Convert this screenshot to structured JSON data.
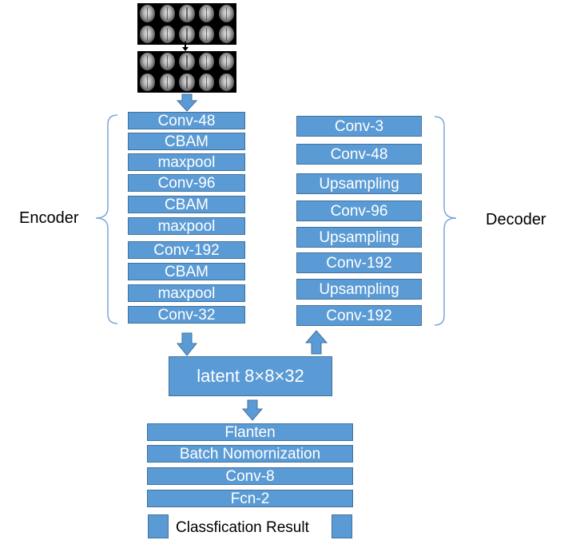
{
  "encoder": {
    "label": "Encoder",
    "layers": [
      "Conv-48",
      "CBAM",
      "maxpool",
      "Conv-96",
      "CBAM",
      "maxpool",
      "Conv-192",
      "CBAM",
      "maxpool",
      "Conv-32"
    ]
  },
  "decoder": {
    "label": "Decoder",
    "layers": [
      "Conv-3",
      "Conv-48",
      "Upsampling",
      "Conv-96",
      "Upsampling",
      "Conv-192",
      "Upsampling",
      "Conv-192"
    ]
  },
  "latent": {
    "label": "latent 8×8×32"
  },
  "classifier": {
    "layers": [
      "Flanten",
      "Batch Nomornization",
      "Conv-8",
      "Fcn-2"
    ],
    "result_label": "Classfication Result"
  },
  "colors": {
    "block_fill": "#5b9bd5",
    "block_border": "#41719c",
    "block_text": "#ffffff",
    "brace": "#7ea6d8"
  },
  "icons": {
    "input": "mri-slice-grid",
    "connectors": "block-arrow"
  }
}
